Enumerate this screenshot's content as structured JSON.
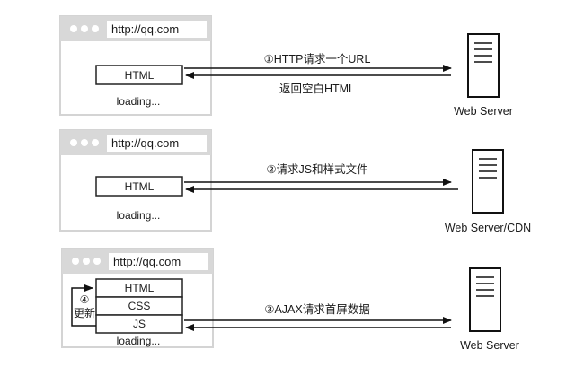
{
  "panels": [
    {
      "url": "http://qq.com",
      "loading": "loading...",
      "stack": [
        "HTML"
      ],
      "request_label": "①HTTP请求一个URL",
      "response_label": "返回空白HTML",
      "server_label": "Web Server"
    },
    {
      "url": "http://qq.com",
      "loading": "loading...",
      "stack": [
        "HTML"
      ],
      "request_label": "②请求JS和样式文件",
      "server_label": "Web Server/CDN"
    },
    {
      "url": "http://qq.com",
      "loading": "loading...",
      "stack": [
        "HTML",
        "CSS",
        "JS"
      ],
      "request_label": "③AJAX请求首屏数据",
      "server_label": "Web Server",
      "update_step": "④",
      "update_label": "更新"
    }
  ],
  "colors": {
    "window_border": "#d4d4d4",
    "window_header": "#d8d8d8",
    "dot": "#ffffff",
    "box_stroke": "#222222",
    "arrow": "#111111",
    "server_stroke": "#111111"
  }
}
